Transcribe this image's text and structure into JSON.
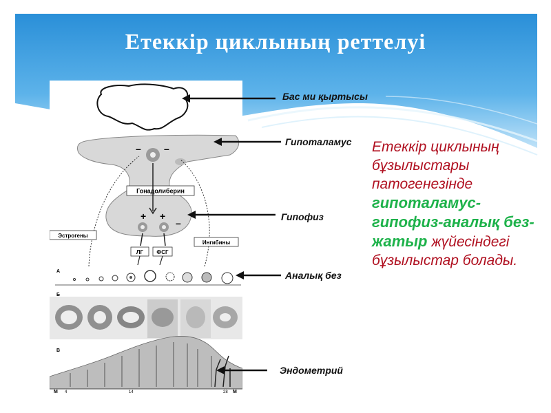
{
  "slide": {
    "title": "Етеккір циклының реттелуі"
  },
  "labels": {
    "cortex": "Бас ми қыртысы",
    "hypothalamus": "Гипоталамус",
    "pituitary": "Гипофиз",
    "ovary": "Аналық без",
    "endometrium": "Эндометрий"
  },
  "diagram": {
    "gonadoliberin": "Гонадолиберин",
    "estrogens": "Эстрогены",
    "inhibins": "Ингибины",
    "lh": "ЛГ",
    "fsh": "ФСГ",
    "minus": "–",
    "plus": "+",
    "row_a": "А",
    "row_b": "Б",
    "row_c": "В",
    "m_left": "М",
    "m_right": "М",
    "tick_4": "4",
    "tick_14": "14",
    "tick_28": "28"
  },
  "text_block": {
    "part1": "Етеккір циклының бұзылыстары патогенезінде",
    "part2": "гипоталамус-гипофиз-аналық без-жатыр",
    "part3": "жүйесіндегі бұзылыстар болады."
  },
  "colors": {
    "background_top": "#2a8fd8",
    "background_light": "#cfe9fa",
    "title_text": "#ffffff",
    "text_red": "#b01020",
    "text_green": "#1db24a"
  }
}
